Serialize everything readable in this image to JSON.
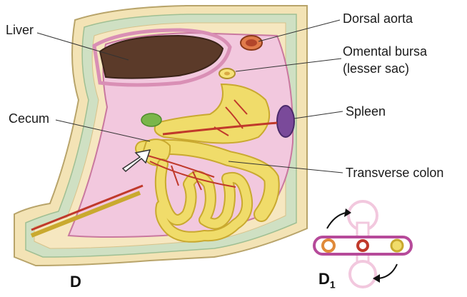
{
  "labels": {
    "liver": "Liver",
    "dorsal_aorta": "Dorsal aorta",
    "omental_bursa_line1": "Omental bursa",
    "omental_bursa_line2": "(lesser sac)",
    "spleen": "Spleen",
    "cecum": "Cecum",
    "transverse_colon": "Transverse colon"
  },
  "figure_labels": {
    "main": "D",
    "inset_base": "D",
    "inset_sub": "1"
  },
  "colors": {
    "body_wall_outer": "#f3e3b5",
    "body_wall_green": "#cfe0c3",
    "peritoneum": "#d98fb5",
    "cavity": "#f2c8de",
    "liver": "#5b3a29",
    "intestine": "#f0dc6a",
    "intestine_edge": "#c9a92f",
    "vessel": "#c0392b",
    "spleen": "#7a4a9a",
    "aorta": "#e07b4a"
  }
}
